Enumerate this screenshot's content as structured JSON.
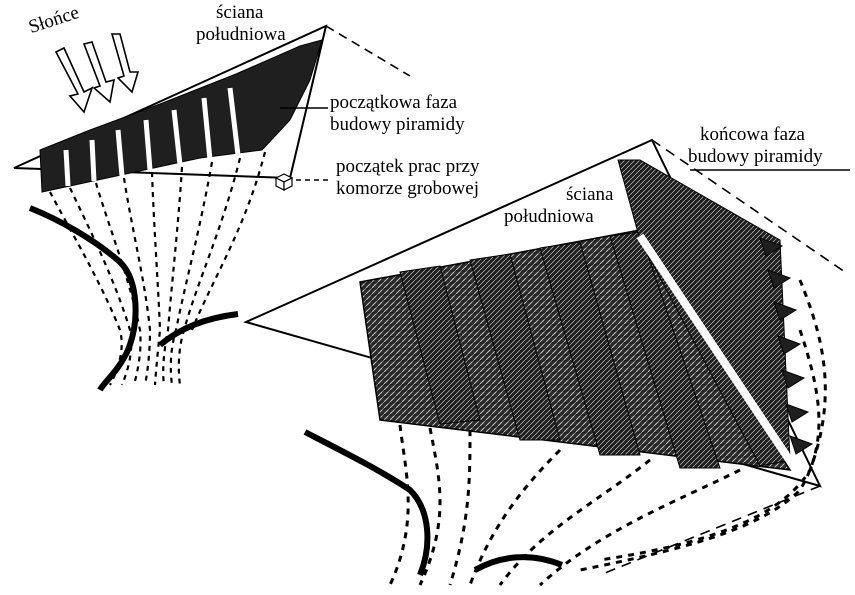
{
  "labels": {
    "sun": "Słońce",
    "south_wall_1_line1": "ściana",
    "south_wall_1_line2": "południowa",
    "initial_phase_line1": "początkowa faza",
    "initial_phase_line2": "budowy piramidy",
    "chamber_start_line1": "początek prac przy",
    "chamber_start_line2": "komorze grobowej",
    "final_phase_line1": "końcowa faza",
    "final_phase_line2": "budowy piramidy",
    "south_wall_2_line1": "ściana",
    "south_wall_2_line2": "południowa"
  },
  "colors": {
    "ink": "#000000",
    "paper": "#ffffff",
    "stone": "#1a1a1a"
  }
}
